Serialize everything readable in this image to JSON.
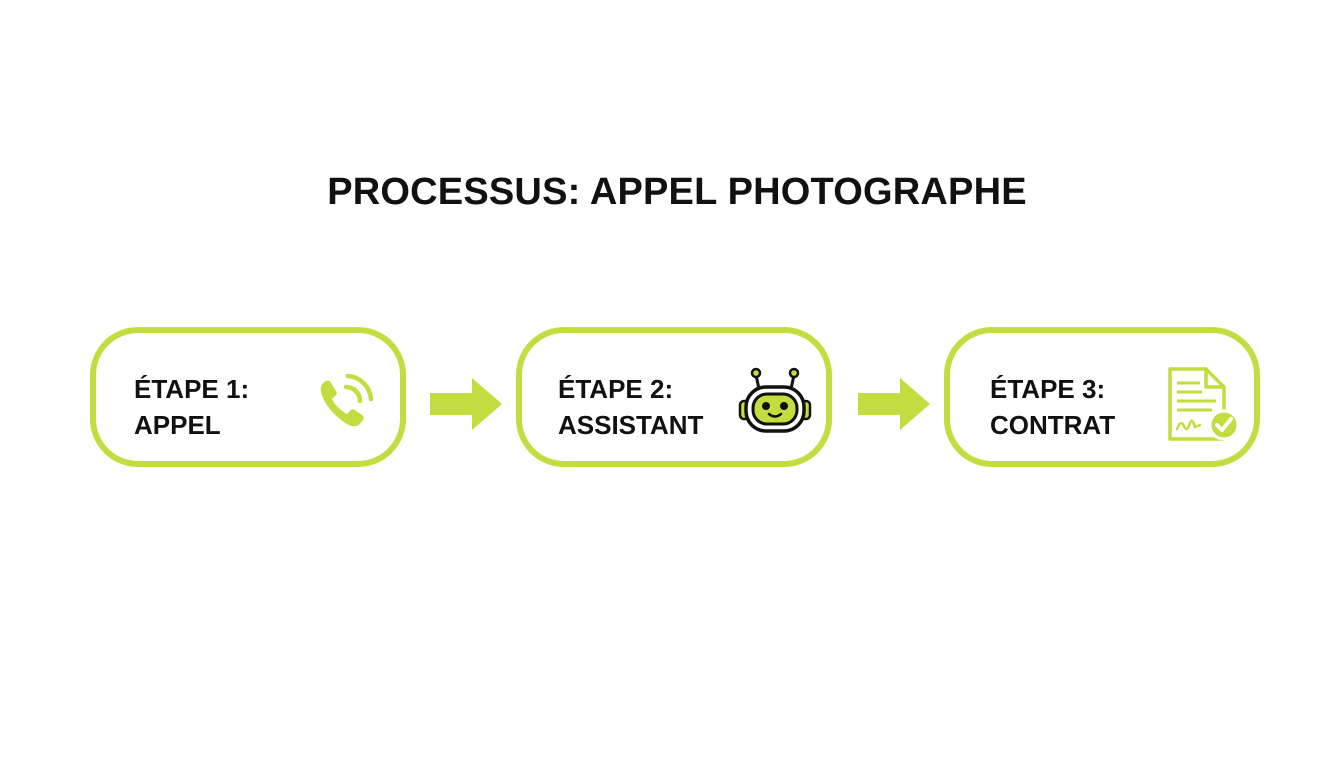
{
  "title": "PROCESSUS: APPEL PHOTOGRAPHE",
  "accent_color": "#c3dc3f",
  "steps": [
    {
      "line1": "ÉTAPE 1:",
      "line2": "APPEL",
      "icon": "phone-ringing-icon"
    },
    {
      "line1": "ÉTAPE 2:",
      "line2": "ASSISTANT",
      "icon": "robot-icon"
    },
    {
      "line1": "ÉTAPE 3:",
      "line2": "CONTRAT",
      "icon": "signed-contract-icon"
    }
  ],
  "connectors": [
    "right-arrow-icon",
    "right-arrow-icon"
  ]
}
